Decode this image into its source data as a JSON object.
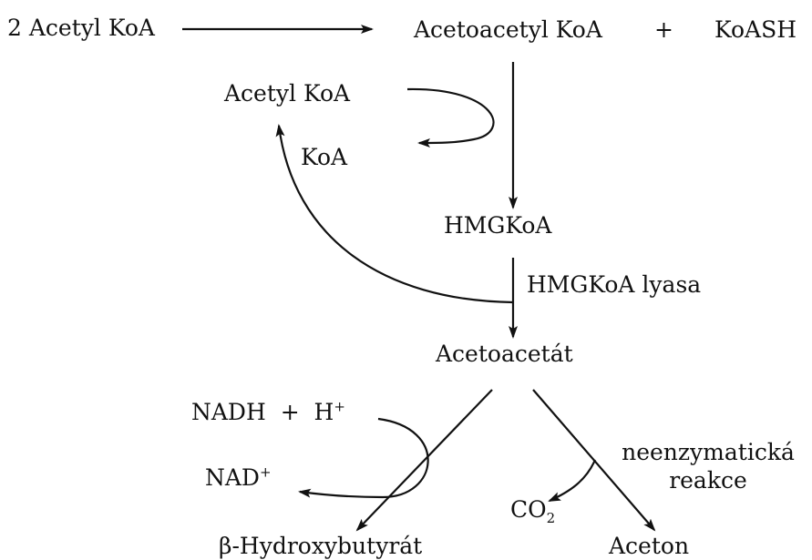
{
  "nodes": {
    "acetyl_koa_2": "2 Acetyl KoA",
    "acetoacetyl_koa": "Acetoacetyl KoA",
    "plus_1": "+",
    "koash": "KoASH",
    "acetyl_koa": "Acetyl KoA",
    "koa": "KoA",
    "hmgkoa": "HMGKoA",
    "hmgkoa_lyasa": "HMGKoA lyasa",
    "acetoacetat": "Acetoacetát",
    "nadh": "NADH",
    "plus_2": "+",
    "h": "H",
    "h_sup": "+",
    "nad": "NAD",
    "nad_sup": "+",
    "neenzymaticka": "neenzymatická",
    "reakce": "reakce",
    "co": "CO",
    "co_sub": "2",
    "hydroxybutyrat": "β-Hydroxybutyrát",
    "aceton": "Aceton"
  },
  "colors": {
    "ink": "#111111",
    "background": "#ffffff"
  }
}
